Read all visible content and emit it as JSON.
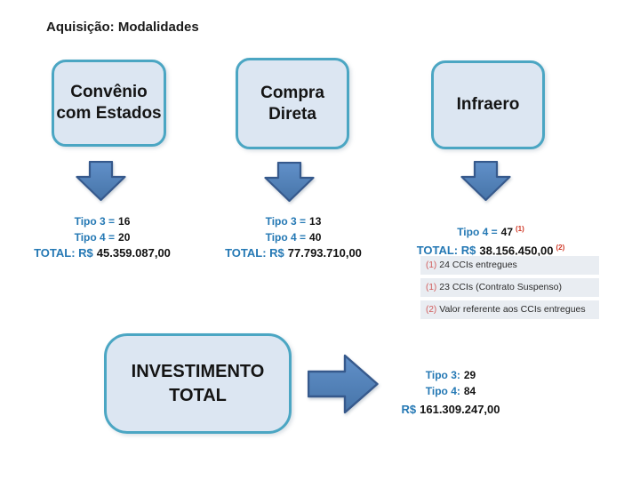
{
  "title": "Aquisição: Modalidades",
  "colors": {
    "box_fill": "#dce6f2",
    "box_border": "#4ba6c3",
    "arrow_fill_light": "#6190c9",
    "arrow_fill_dark": "#4674a8",
    "arrow_border": "#36598c",
    "label_blue": "#2478b4",
    "value_dark": "#121212",
    "sup_red": "#cf3523",
    "marker_red": "#d05a5a",
    "footnote_bg": "#e9edf2"
  },
  "columns": [
    {
      "box_label": "Convênio com Estados",
      "stats": [
        {
          "label": "Tipo 3 =",
          "value": "16"
        },
        {
          "label": "Tipo 4 =",
          "value": "20"
        },
        {
          "label": "TOTAL: R$",
          "value": "45.359.087,00"
        }
      ]
    },
    {
      "box_label": "Compra Direta",
      "stats": [
        {
          "label": "Tipo 3 =",
          "value": "13"
        },
        {
          "label": "Tipo 4 =",
          "value": "40"
        },
        {
          "label": "TOTAL: R$",
          "value": "77.793.710,00"
        }
      ]
    },
    {
      "box_label": "Infraero",
      "stats": [
        {
          "label": "Tipo 4 =",
          "value": "47",
          "sup": "(1)"
        },
        {
          "label": "TOTAL: R$",
          "value": "38.156.450,00",
          "sup": "(2)"
        }
      ]
    }
  ],
  "footnotes": [
    {
      "marker": "(1)",
      "text": "24 CCIs entregues"
    },
    {
      "marker": "(1)",
      "text": "23 CCIs (Contrato Suspenso)"
    },
    {
      "marker": "(2)",
      "text": "Valor referente aos CCIs entregues"
    }
  ],
  "investment": {
    "box_label": "INVESTIMENTO TOTAL",
    "stats": [
      {
        "label": "Tipo 3:",
        "value": "29"
      },
      {
        "label": "Tipo 4:",
        "value": "84"
      }
    ],
    "total": {
      "label": "R$",
      "value": "161.309.247,00"
    }
  }
}
